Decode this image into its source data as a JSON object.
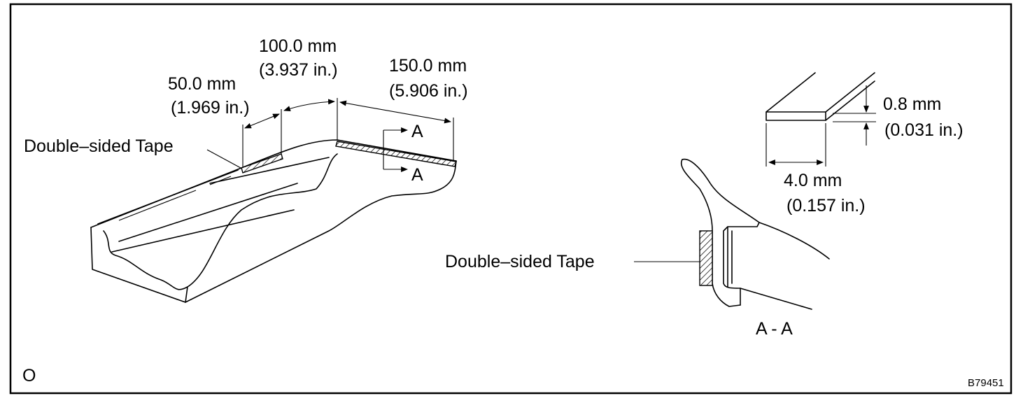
{
  "dimensions": {
    "d50": {
      "mm": "50.0 mm",
      "in": "(1.969 in.)"
    },
    "d100": {
      "mm": "100.0 mm",
      "in": "(3.937 in.)"
    },
    "d150": {
      "mm": "150.0 mm",
      "in": "(5.906 in.)"
    },
    "thickness": {
      "mm": "0.8 mm",
      "in": "(0.031 in.)"
    },
    "width": {
      "mm": "4.0 mm",
      "in": "(0.157 in.)"
    }
  },
  "labels": {
    "tape_left": "Double–sided Tape",
    "tape_right": "Double–sided Tape",
    "section_mark_top": "A",
    "section_mark_bottom": "A",
    "section_title": "A - A",
    "corner_mark": "O",
    "figure_code": "B79451"
  }
}
